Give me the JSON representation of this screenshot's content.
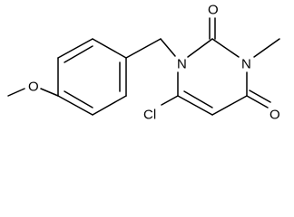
{
  "diagram_type": "chemical-structure",
  "atoms": {
    "methoxy_oxygen": "O",
    "n1": "N",
    "n3": "N",
    "carbonyl_oxygen_c2": "O",
    "carbonyl_oxygen_c4": "O",
    "chlorine": "Cl"
  }
}
